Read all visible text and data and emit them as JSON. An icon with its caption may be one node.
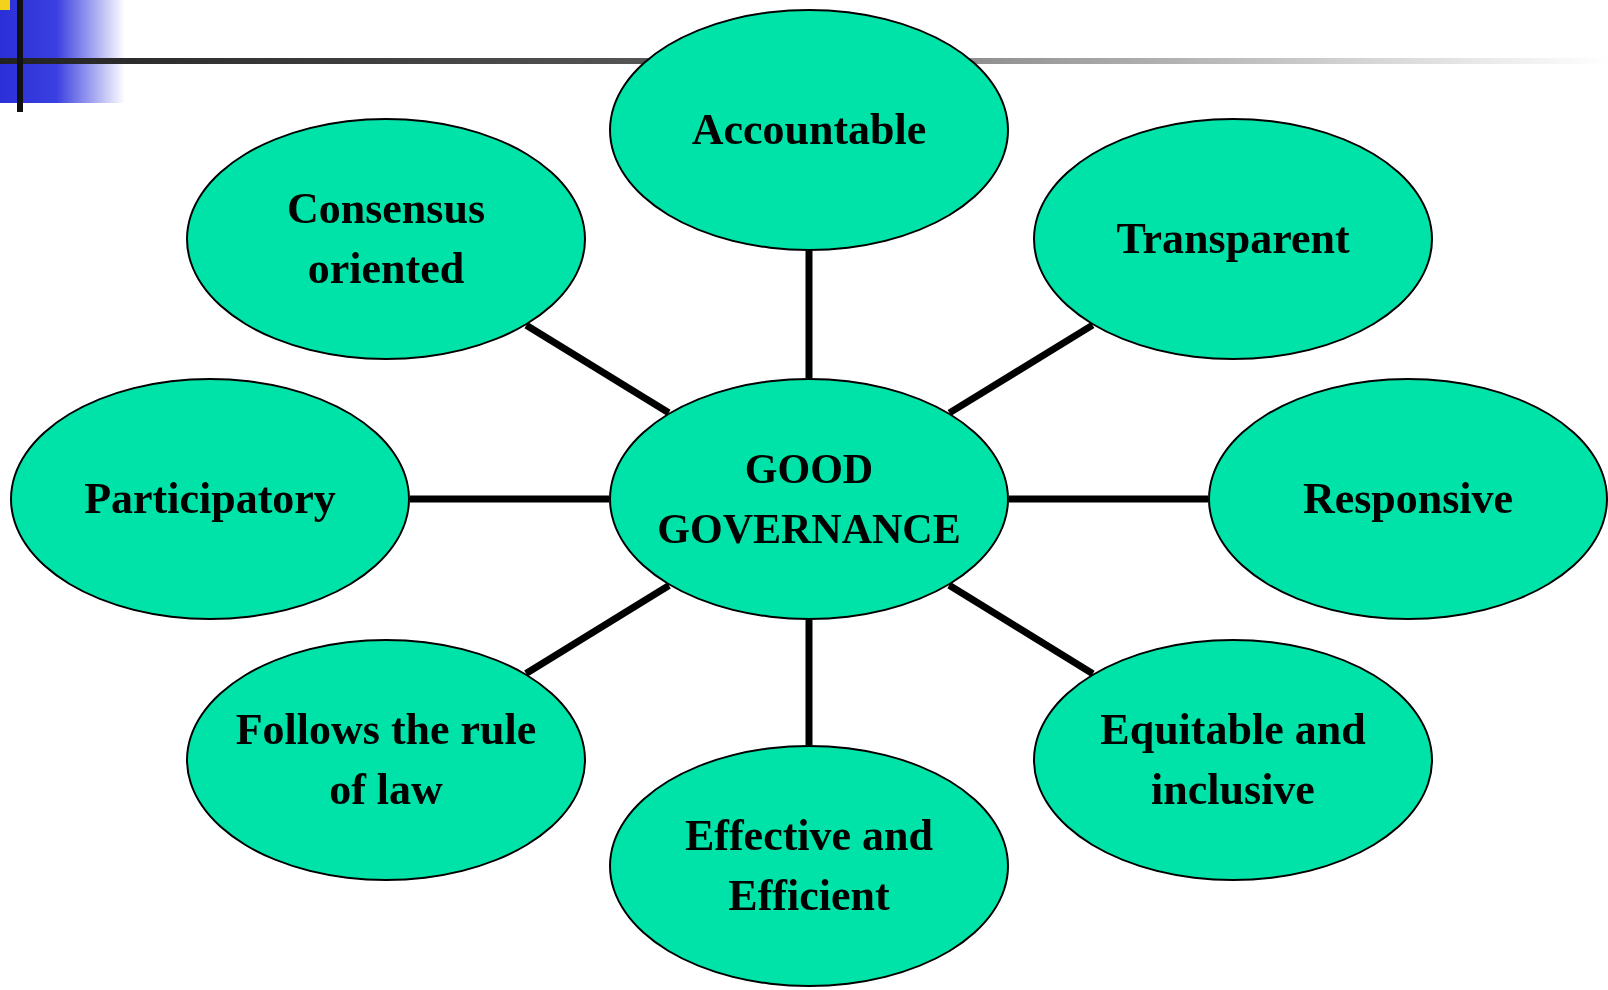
{
  "diagram": {
    "nodes": [
      {
        "text": [
          "Accountable"
        ]
      },
      {
        "text": [
          "Consensus oriented"
        ]
      },
      {
        "text": [
          "Transparent"
        ]
      },
      {
        "text": [
          "Participatory"
        ]
      },
      {
        "text": [
          "GOOD GOVERNANCE"
        ]
      },
      {
        "text": [
          "Responsive"
        ]
      },
      {
        "text": [
          "Follows the rule of law"
        ]
      },
      {
        "text": [
          "Equitable and inclusive"
        ]
      },
      {
        "text": [
          "Effective and Efficient"
        ]
      }
    ],
    "edges": [
      {
        "from": 4,
        "to": 0,
        "arrow": "none"
      },
      {
        "from": 4,
        "to": 1,
        "arrow": "none"
      },
      {
        "from": 4,
        "to": 2,
        "arrow": "none"
      },
      {
        "from": 4,
        "to": 3,
        "arrow": "none"
      },
      {
        "from": 4,
        "to": 5,
        "arrow": "none"
      },
      {
        "from": 4,
        "to": 6,
        "arrow": "none"
      },
      {
        "from": 4,
        "to": 7,
        "arrow": "none"
      },
      {
        "from": 4,
        "to": 8,
        "arrow": "none"
      }
    ]
  }
}
